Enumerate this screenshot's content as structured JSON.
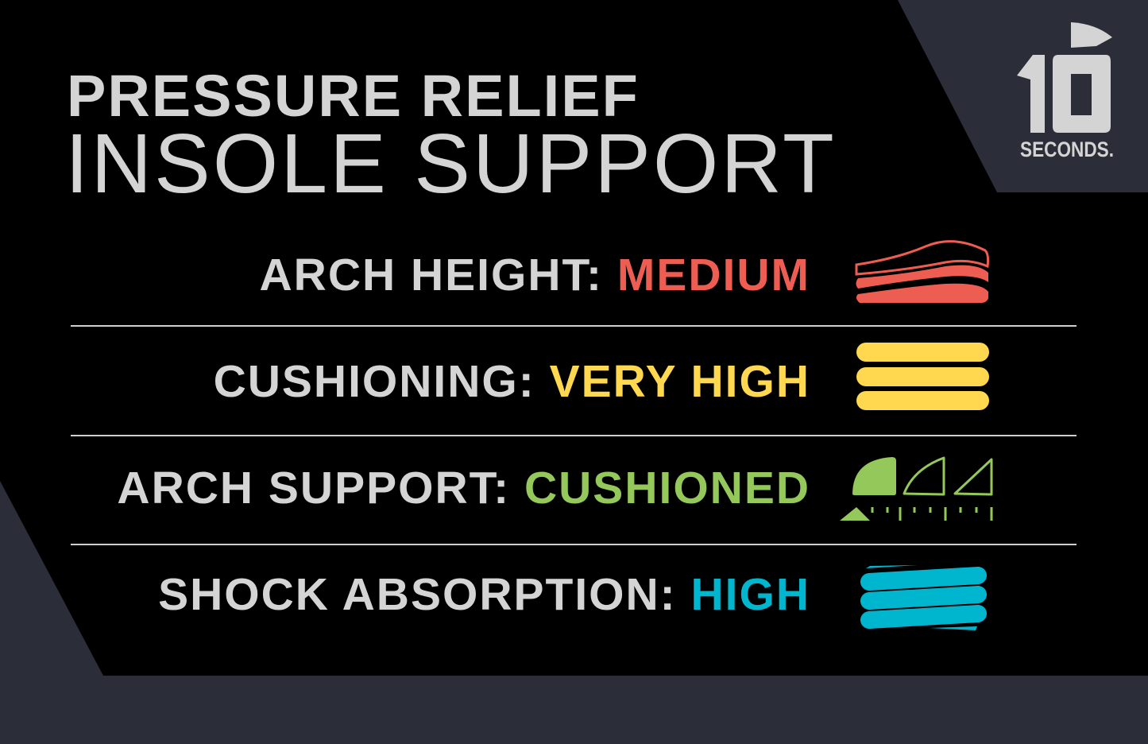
{
  "title": {
    "line1": "PRESSURE RELIEF",
    "line2": "INSOLE SUPPORT"
  },
  "logo": {
    "text": "10 SECONDS",
    "icon": "ten-seconds-logo"
  },
  "colors": {
    "background": "#2b2d38",
    "panel": "#000000",
    "text": "#d4d4d4",
    "red": "#ee5d52",
    "yellow": "#ffd84f",
    "green": "#94c85a",
    "blue": "#00b6cf"
  },
  "ratings": [
    {
      "label": "ARCH HEIGHT:",
      "value": "MEDIUM",
      "color": "#ee5d52",
      "icon": "arch-height-layers-icon"
    },
    {
      "label": "CUSHIONING:",
      "value": "VERY HIGH",
      "color": "#ffd84f",
      "icon": "cushion-layers-icon"
    },
    {
      "label": "ARCH SUPPORT:",
      "value": "CUSHIONED",
      "color": "#94c85a",
      "icon": "arch-support-scale-icon"
    },
    {
      "label": "SHOCK ABSORPTION:",
      "value": "HIGH",
      "color": "#00b6cf",
      "icon": "shock-absorption-icon"
    }
  ]
}
